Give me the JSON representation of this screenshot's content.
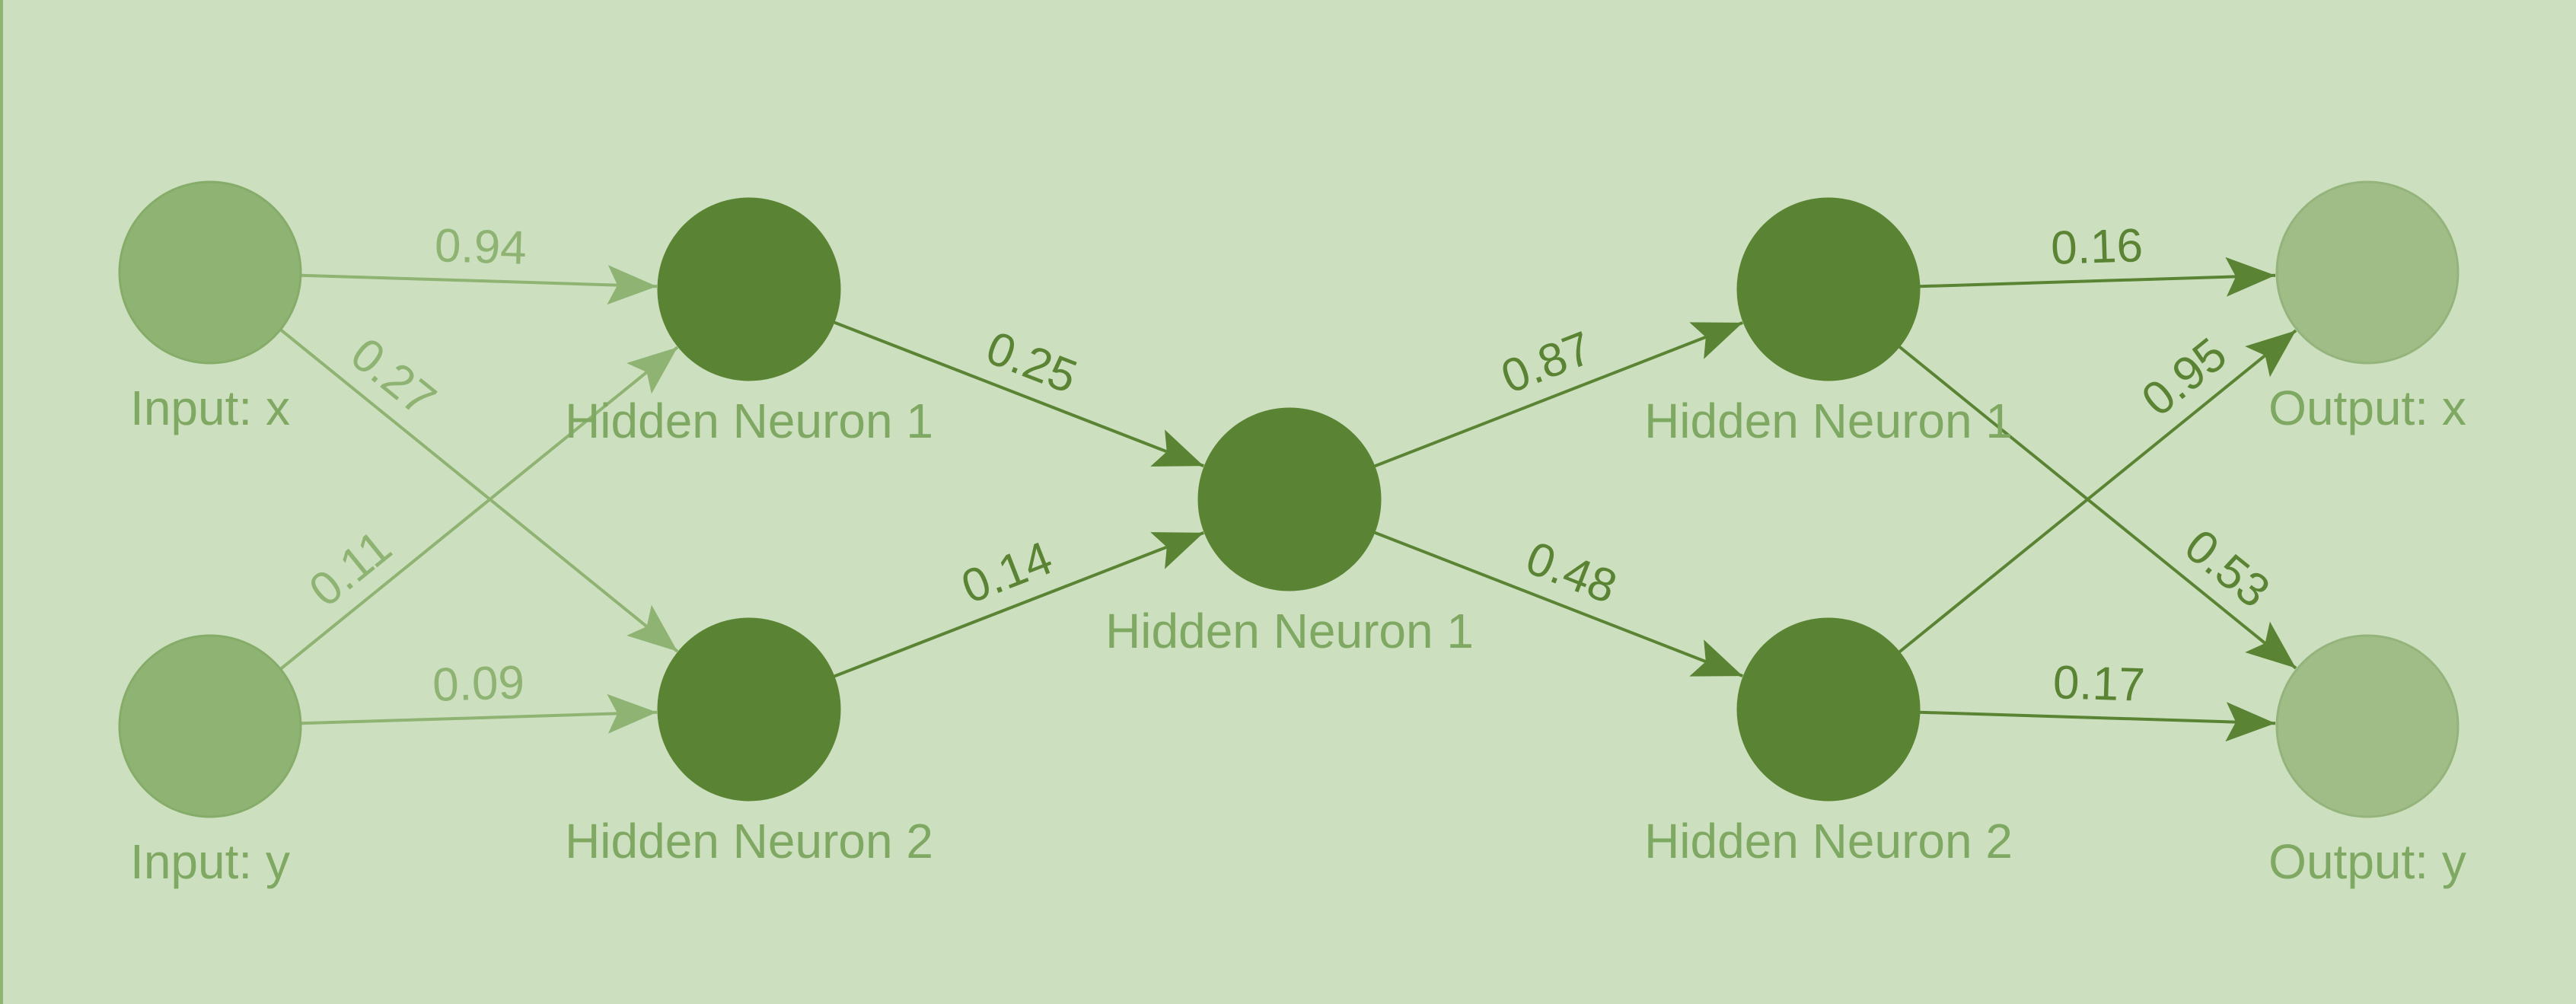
{
  "colors": {
    "background": "#cce0bf",
    "input_node": "#8fb373",
    "hidden_node": "#5a8434",
    "output_node": "#a0bd87",
    "input_edge": "#8fb373",
    "hidden_edge": "#5a8434",
    "label": "#7fa862"
  },
  "nodes": [
    {
      "id": "in_x",
      "label": "Input: x",
      "type": "input"
    },
    {
      "id": "in_y",
      "label": "Input: y",
      "type": "input"
    },
    {
      "id": "h1a",
      "label": "Hidden Neuron 1",
      "type": "hidden"
    },
    {
      "id": "h2a",
      "label": "Hidden Neuron 2",
      "type": "hidden"
    },
    {
      "id": "hc",
      "label": "Hidden Neuron 1",
      "type": "hidden"
    },
    {
      "id": "h1b",
      "label": "Hidden Neuron 1",
      "type": "hidden"
    },
    {
      "id": "h2b",
      "label": "Hidden Neuron 2",
      "type": "hidden"
    },
    {
      "id": "out_x",
      "label": "Output: x",
      "type": "output"
    },
    {
      "id": "out_y",
      "label": "Output: y",
      "type": "output"
    }
  ],
  "edges": [
    {
      "from": "in_x",
      "to": "h1a",
      "weight": "0.94",
      "style": "input"
    },
    {
      "from": "in_x",
      "to": "h2a",
      "weight": "0.27",
      "style": "input"
    },
    {
      "from": "in_y",
      "to": "h1a",
      "weight": "0.11",
      "style": "input"
    },
    {
      "from": "in_y",
      "to": "h2a",
      "weight": "0.09",
      "style": "input"
    },
    {
      "from": "h1a",
      "to": "hc",
      "weight": "0.25",
      "style": "hidden"
    },
    {
      "from": "h2a",
      "to": "hc",
      "weight": "0.14",
      "style": "hidden"
    },
    {
      "from": "hc",
      "to": "h1b",
      "weight": "0.87",
      "style": "hidden"
    },
    {
      "from": "hc",
      "to": "h2b",
      "weight": "0.48",
      "style": "hidden"
    },
    {
      "from": "h1b",
      "to": "out_x",
      "weight": "0.16",
      "style": "hidden"
    },
    {
      "from": "h1b",
      "to": "out_y",
      "weight": "0.53",
      "style": "hidden"
    },
    {
      "from": "h2b",
      "to": "out_x",
      "weight": "0.95",
      "style": "hidden"
    },
    {
      "from": "h2b",
      "to": "out_y",
      "weight": "0.17",
      "style": "hidden"
    }
  ]
}
